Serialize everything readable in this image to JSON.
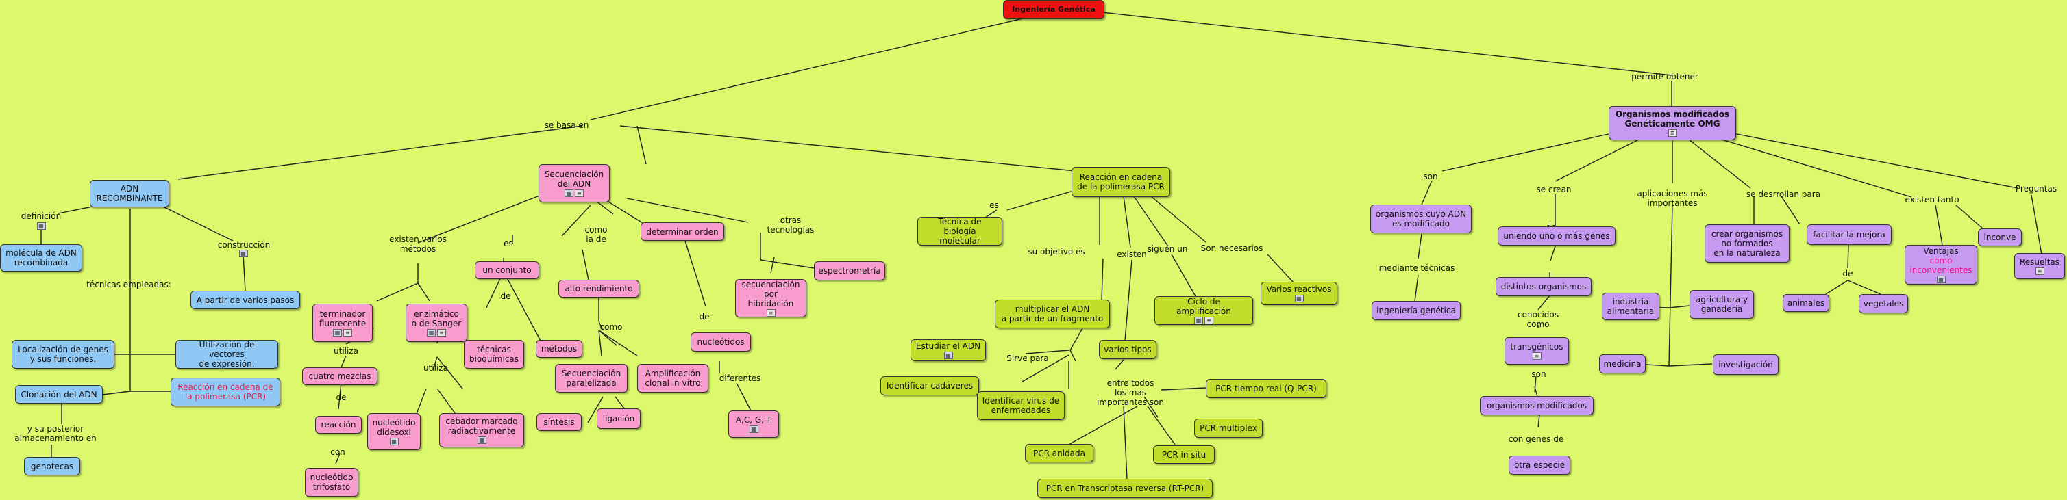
{
  "title": "Ingeniería Genética",
  "lbl": {
    "se_basa_en": "se basa en",
    "permite_obtener": "permite obtener",
    "definicion": "definición",
    "construccion": "construcción",
    "tecnicas_empleadas": "técnicas empleadas:",
    "y_su_posterior": "y su posterior\nalmacenamiento en",
    "existen_varios": "existen varios\nmétodos",
    "es1": "es",
    "de1": "de",
    "como_la_de": "como\nla de",
    "otras_tecnologias": "otras\ntecnologías",
    "utiliza1": "utiliza",
    "de2": "de",
    "con": "con",
    "utiliza2": "utiliza",
    "como": "como",
    "de3": "de",
    "diferentes": "diferentes",
    "es2": "es",
    "su_objetivo": "su objetivo es",
    "existen": "existen",
    "siguen_un": "siguen un",
    "son_necesarios": "Son necesarios",
    "sirve_para": "Sirve para",
    "entre_todos": "entre todos\nlos mas\nimportantes son",
    "son1": "son",
    "se_crean": "se crean",
    "aplicaciones": "aplicaciones más\nimportantes",
    "se_desrrollan": "se desrrollan para",
    "existen_tanto": "existen tanto",
    "preguntas": "Preguntas",
    "mediante": "mediante técnicas",
    "de4": "de",
    "conocidos": "conocidos\ncomo",
    "son2": "son",
    "con_genes": "con genes de",
    "de5": "de"
  },
  "nodes": {
    "adn_recombinante": "ADN\nRECOMBINANTE",
    "molecula": "molécula de ADN\nrecombinada",
    "varios_pasos": "A partir de varios pasos",
    "localizacion": "Localización de genes\ny sus funciones.",
    "vectores": "Utilización de vectores\nde expresión.",
    "clonacion": "Clonación del ADN",
    "pcr_link": "Reacción en cadena de\nla polimerasa (PCR)",
    "genotecas": "genotecas",
    "secuenciacion": "Secuenciación\ndel ADN",
    "un_conjunto": "un conjunto",
    "terminador": "terminador\nfluorecente",
    "enzimatico": "enzimático\no de Sanger",
    "tecnicas_bioq": "técnicas\nbioquímicas",
    "metodos": "métodos",
    "cuatro_mezclas": "cuatro mezclas",
    "reaccion": "reacción",
    "nucleotido_trif": "nucleótido\ntrifosfato",
    "nucleotido_dides": "nucleótido\ndidesoxi",
    "cebador": "cebador marcado\nradiactivamente",
    "alto_rendimiento": "alto rendimiento",
    "sec_paralelizada": "Secuenciación\nparalelizada",
    "amplificacion": "Amplificación\nclonal in vitro",
    "sintesis": "síntesis",
    "ligacion": "ligación",
    "determinar_orden": "determinar orden",
    "nucleotidos": "nucleótidos",
    "acgt": "A,C, G, T",
    "sec_hibridacion": "secuenciación\npor hibridación",
    "espectrometria": "espectrometría",
    "pcr_main": "Reacción en cadena\nde la polimerasa PCR",
    "tecnica_bio": "Técnica de\nbiología molecular",
    "multiplicar": "multiplicar el ADN\na partir de un fragmento",
    "estudiar": "Estudiar el ADN",
    "cadaveres": "Identificar cadáveres",
    "virus": "Identificar virus de\nenfermedades",
    "varios_tipos": "varios tipos",
    "ciclo": "Ciclo de amplificación",
    "reactivos": "Varios reactivos",
    "qpcr": "PCR tiempo real (Q-PCR)",
    "multiplex": "PCR multiplex",
    "anidada": "PCR anidada",
    "in_situ": "PCR in situ",
    "rtpcr": "PCR en Transcriptasa reversa (RT-PCR)",
    "omg": "Organismos modificados\nGenéticamente OMG",
    "org_cuyo": "organismos cuyo ADN\nes modificado",
    "ing_genetica": "ingeniería genética",
    "uniendo": "uniendo uno o más genes",
    "distintos": "distintos organismos",
    "transgenicos": "transgénicos",
    "org_modificados": "organismos modificados",
    "otra_especie": "otra especie",
    "industria": "industria\nalimentaria",
    "agricultura": "agricultura y\nganadería",
    "medicina": "medicina",
    "investigacion": "investigación",
    "crear_org": "crear organismos\nno formados\nen la naturaleza",
    "facilitar": "facilitar la mejora",
    "animales": "animales",
    "vegetales": "vegetales",
    "ventajas": "Ventajas",
    "como_inconv": "como\ninconvenientes",
    "inconve": "inconve",
    "resueltas": "Resueltas"
  },
  "colors": {
    "background": "#dcf86c",
    "title": "#ee1111",
    "blue": "#8fc8f5",
    "pink": "#f79ccc",
    "olive": "#c3dd2c",
    "purple": "#c79af2",
    "link_text": "#e0204a",
    "inconv_text": "#ee1188"
  }
}
